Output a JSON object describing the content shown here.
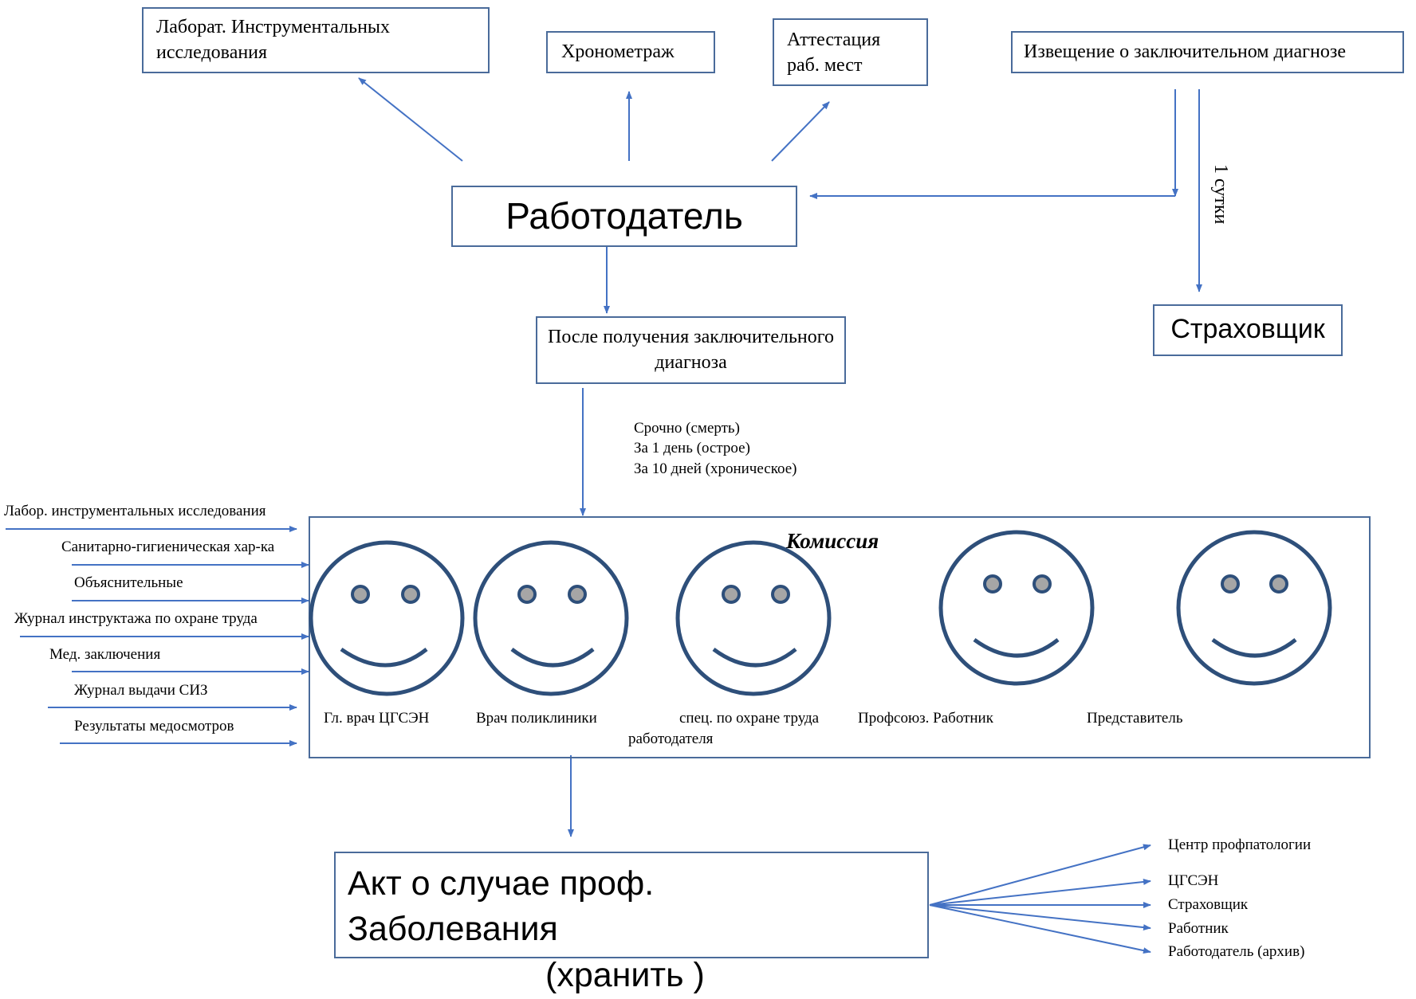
{
  "top_boxes": {
    "labs": "Лаборат. Инструментальных исследования",
    "chrono": "Хронометраж",
    "attest": "Аттестация раб. мест",
    "notice": "Извещение о заключительном диагнозе"
  },
  "employer": "Работодатель",
  "after_diagnosis": "После получения заключительного диагноза",
  "insurer_top": "Страховщик",
  "one_day": "1 сутки",
  "deadlines": [
    "Срочно (смерть)",
    "За 1 день (острое)",
    "За 10 дней (хроническое)"
  ],
  "commission": {
    "title": "Комиссия",
    "members": [
      "Гл. врач ЦГСЭН",
      "Врач поликлиники",
      "спец. по охране труда",
      "работодателя",
      "Профсоюз. Работник",
      "Представитель"
    ]
  },
  "inputs": [
    "Лабор. инструментальных исследования",
    "Санитарно-гигиеническая хар-ка",
    "Объяснительные",
    "Журнал инструктажа по охране труда",
    "Мед. заключения",
    "Журнал выдачи СИЗ",
    "Результаты медосмотров"
  ],
  "act": {
    "line1": "Акт о случае проф.",
    "line2": "Заболевания",
    "line3": "(хранить )"
  },
  "recipients": [
    "Центр профпатологии",
    "ЦГСЭН",
    "Страховщик",
    "Работник",
    "Работодатель (архив)"
  ],
  "colors": {
    "line": "#4472c4",
    "box_border": "#4a6b9a",
    "face": "#2e4f7a",
    "eye": "#a6a6a6"
  }
}
